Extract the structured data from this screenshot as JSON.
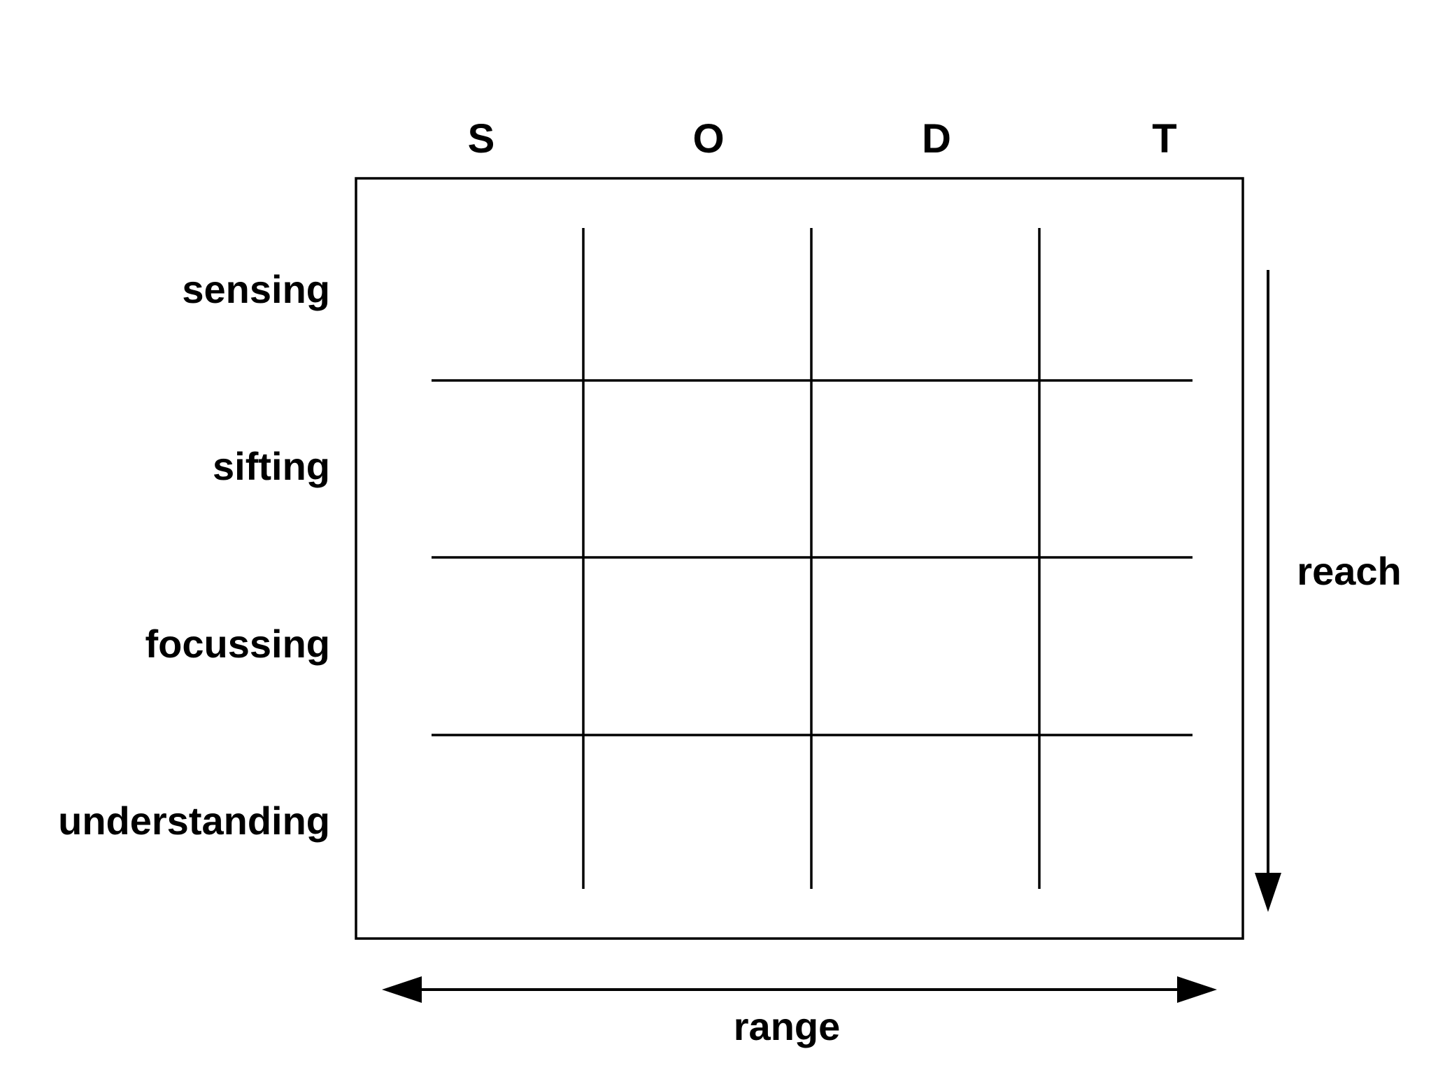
{
  "columns": [
    "S",
    "O",
    "D",
    "T"
  ],
  "rows": [
    "sensing",
    "sifting",
    "focussing",
    "understanding"
  ],
  "axes": {
    "vertical_label": "reach",
    "horizontal_label": "range"
  },
  "colors": {
    "line": "#000000",
    "background": "#ffffff"
  }
}
